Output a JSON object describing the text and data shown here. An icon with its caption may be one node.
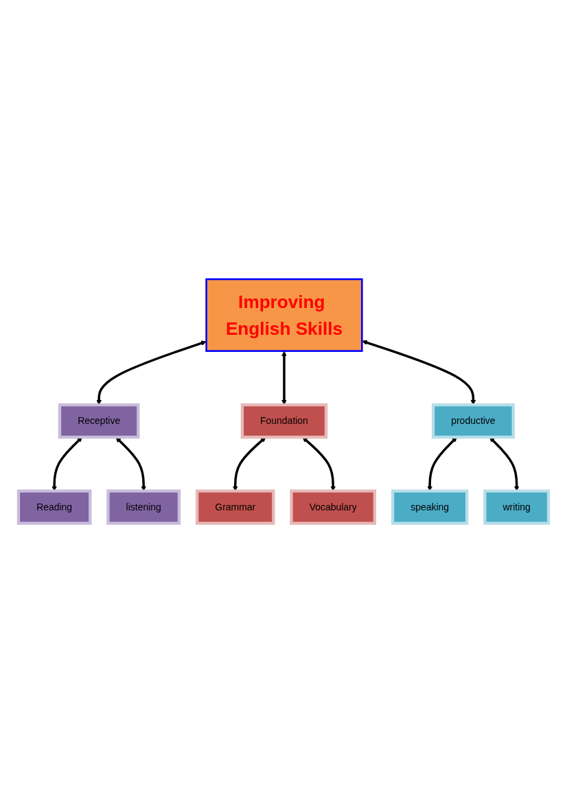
{
  "diagram": {
    "nodes": [
      {
        "text": [
          "Improving English Skills"
        ]
      },
      {
        "text": [
          "Receptive"
        ]
      },
      {
        "text": [
          "Reading"
        ]
      },
      {
        "text": [
          "listening"
        ]
      },
      {
        "text": [
          "Foundation"
        ]
      },
      {
        "text": [
          "Grammar"
        ]
      },
      {
        "text": [
          "Vocabulary"
        ]
      },
      {
        "text": [
          "productive"
        ]
      },
      {
        "text": [
          "speaking"
        ]
      },
      {
        "text": [
          "writing"
        ]
      }
    ],
    "edges": [
      {
        "from": 0,
        "to": 1,
        "arrow": "both"
      },
      {
        "from": 0,
        "to": 4,
        "arrow": "both"
      },
      {
        "from": 0,
        "to": 7,
        "arrow": "both"
      },
      {
        "from": 1,
        "to": 2,
        "arrow": "both"
      },
      {
        "from": 1,
        "to": 3,
        "arrow": "both"
      },
      {
        "from": 4,
        "to": 5,
        "arrow": "both"
      },
      {
        "from": 4,
        "to": 6,
        "arrow": "both"
      },
      {
        "from": 7,
        "to": 8,
        "arrow": "both"
      },
      {
        "from": 7,
        "to": 9,
        "arrow": "both"
      }
    ]
  }
}
